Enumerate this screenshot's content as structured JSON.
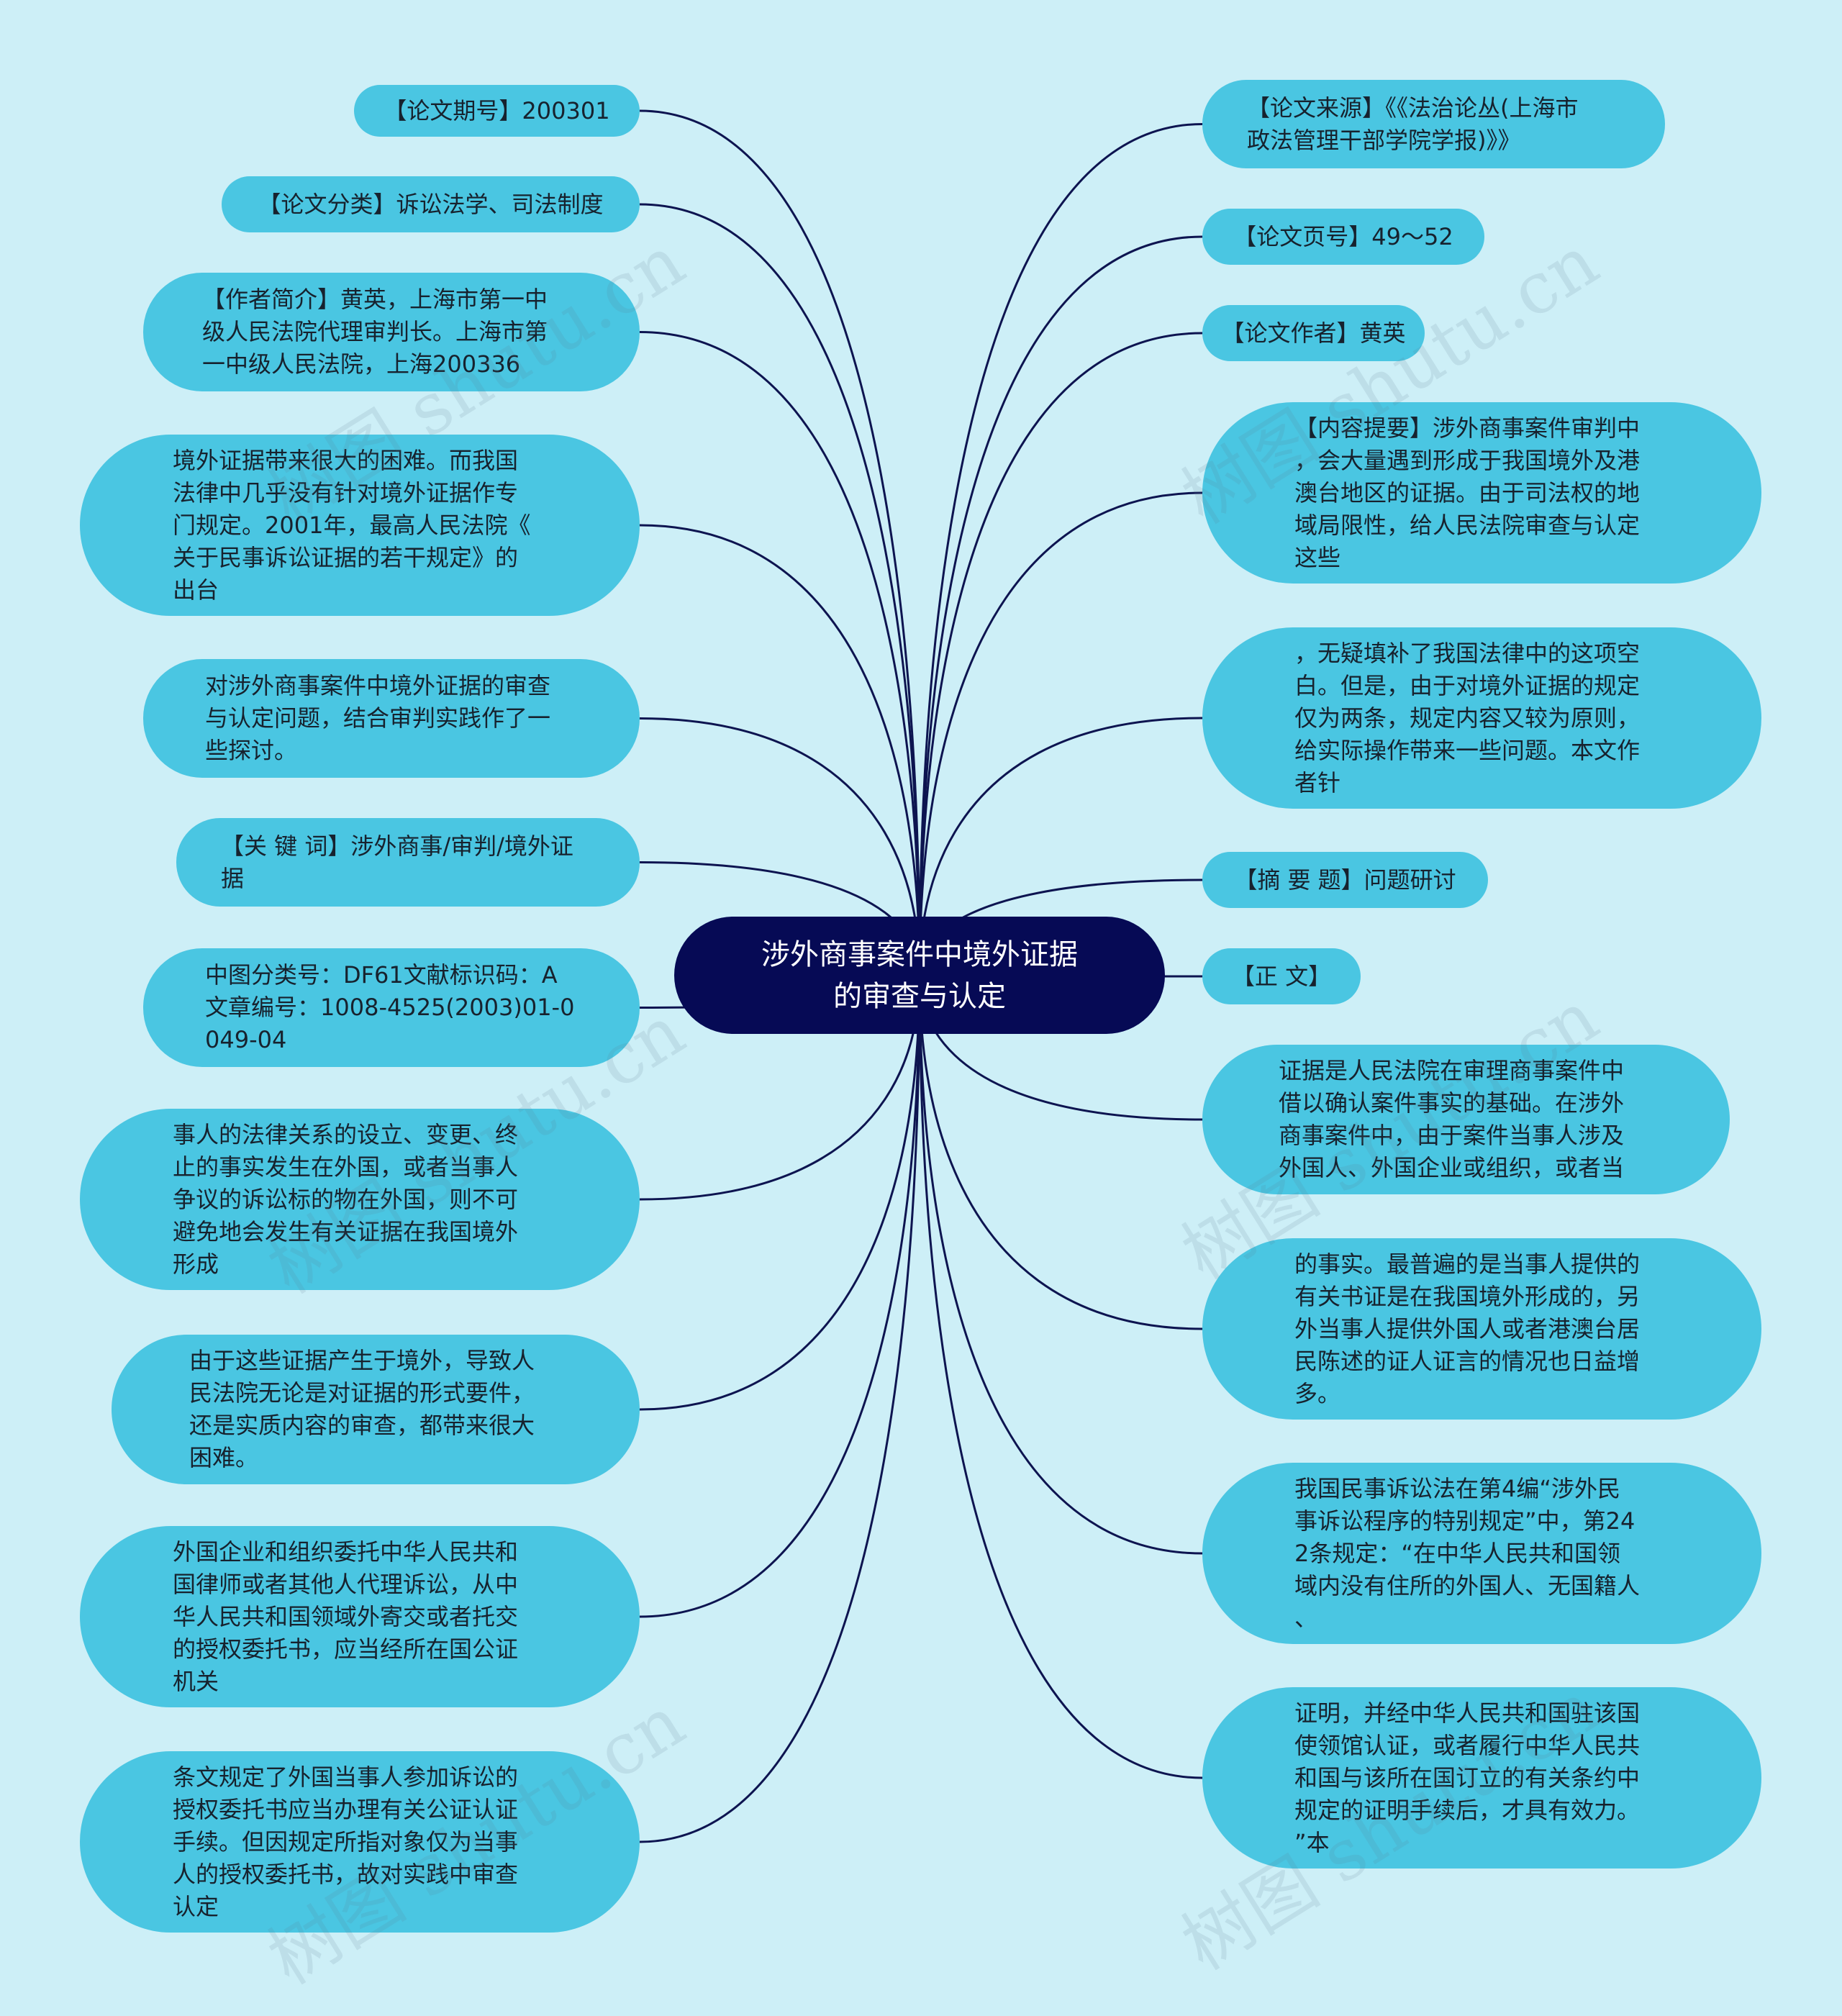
{
  "root": {
    "text": "涉外商事案件中境外证据\n的审查与认定"
  },
  "left_nodes": [
    {
      "id": "l1",
      "text": "【论文期号】200301"
    },
    {
      "id": "l2",
      "text": "【论文分类】诉讼法学、司法制度"
    },
    {
      "id": "l3",
      "text": "【作者简介】黄英，上海市第一中\n级人民法院代理审判长。上海市第\n一中级人民法院，上海200336"
    },
    {
      "id": "l4",
      "text": "境外证据带来很大的困难。而我国\n法律中几乎没有针对境外证据作专\n门规定。2001年，最高人民法院《\n关于民事诉讼证据的若干规定》的\n出台"
    },
    {
      "id": "l5",
      "text": "对涉外商事案件中境外证据的审查\n与认定问题，结合审判实践作了一\n些探讨。"
    },
    {
      "id": "l6",
      "text": "【关 键 词】涉外商事/审判/境外证\n据"
    },
    {
      "id": "l7",
      "text": "中图分类号：DF61文献标识码：A\n文章编号：1008-4525(2003)01-0\n049-04"
    },
    {
      "id": "l8",
      "text": "事人的法律关系的设立、变更、终\n止的事实发生在外国，或者当事人\n争议的诉讼标的物在外国，则不可\n避免地会发生有关证据在我国境外\n形成"
    },
    {
      "id": "l9",
      "text": "由于这些证据产生于境外，导致人\n民法院无论是对证据的形式要件，\n还是实质内容的审查，都带来很大\n困难。"
    },
    {
      "id": "l10",
      "text": "外国企业和组织委托中华人民共和\n国律师或者其他人代理诉讼，从中\n华人民共和国领域外寄交或者托交\n的授权委托书，应当经所在国公证\n机关"
    },
    {
      "id": "l11",
      "text": "条文规定了外国当事人参加诉讼的\n授权委托书应当办理有关公证认证\n手续。但因规定所指对象仅为当事\n人的授权委托书，故对实践中审查\n认定"
    }
  ],
  "right_nodes": [
    {
      "id": "r1",
      "text": "【论文来源】《《法治论丛(上海市\n政法管理干部学院学报)》》"
    },
    {
      "id": "r2",
      "text": "【论文页号】49～52"
    },
    {
      "id": "r3",
      "text": "【论文作者】黄英"
    },
    {
      "id": "r4",
      "text": "【内容提要】涉外商事案件审判中\n，会大量遇到形成于我国境外及港\n澳台地区的证据。由于司法权的地\n域局限性，给人民法院审查与认定\n这些"
    },
    {
      "id": "r5",
      "text": "，无疑填补了我国法律中的这项空\n白。但是，由于对境外证据的规定\n仅为两条，规定内容又较为原则，\n给实际操作带来一些问题。本文作\n者针"
    },
    {
      "id": "r6",
      "text": "【摘 要 题】问题研讨"
    },
    {
      "id": "r7",
      "text": "【正 文】"
    },
    {
      "id": "r8",
      "text": "证据是人民法院在审理商事案件中\n借以确认案件事实的基础。在涉外\n商事案件中，由于案件当事人涉及\n外国人、外国企业或组织，或者当"
    },
    {
      "id": "r9",
      "text": "的事实。最普遍的是当事人提供的\n有关书证是在我国境外形成的，另\n外当事人提供外国人或者港澳台居\n民陈述的证人证言的情况也日益增\n多。"
    },
    {
      "id": "r10",
      "text": "我国民事诉讼法在第4编“涉外民\n事诉讼程序的特别规定”中，第24\n2条规定：“在中华人民共和国领\n域内没有住所的外国人、无国籍人\n、"
    },
    {
      "id": "r11",
      "text": "证明，并经中华人民共和国驻该国\n使领馆认证，或者履行中华人民共\n和国与该所在国订立的有关条约中\n规定的证明手续后，才具有效力。\n”本"
    }
  ],
  "watermark": "树图 shutu.cn",
  "colors": {
    "background": "#cdeff7",
    "node_fill": "#4ac6e2",
    "root_fill": "#060a55",
    "edge": "#0d1450"
  }
}
